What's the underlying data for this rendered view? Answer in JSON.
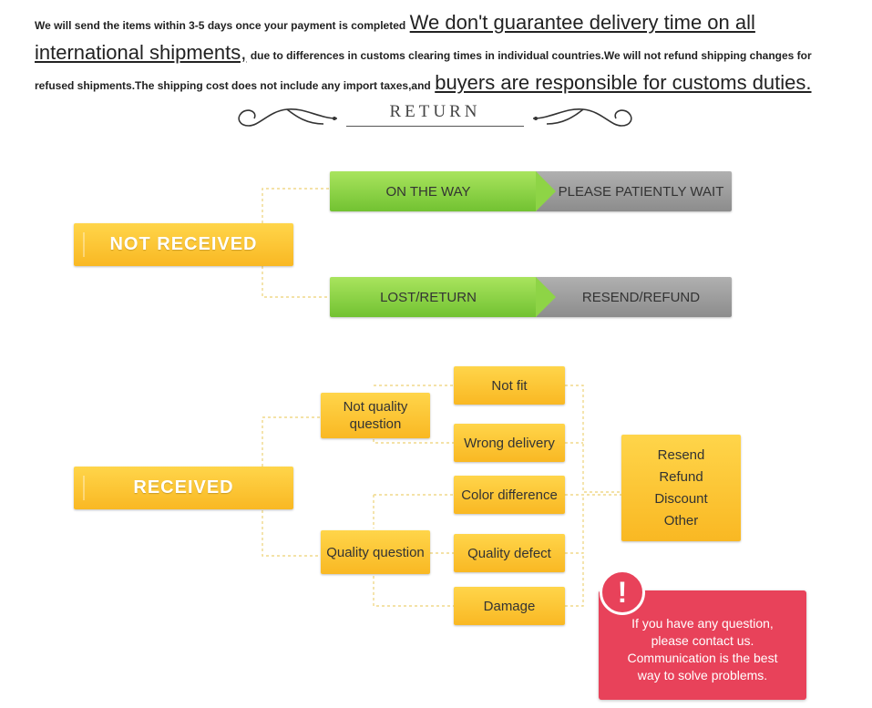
{
  "notice": {
    "p1": "We will send the items within 3-5 days once your payment is completed",
    "p2": "We don't guarantee delivery time on all international shipments,",
    "p3": "due to differences in customs clearing times in individual countries.We will not refund shipping changes for refused shipments.The shipping cost does not include any import taxes,and",
    "p4": "buyers are responsible for customs duties."
  },
  "section_title": "RETURN",
  "not_received": {
    "label": "NOT RECEIVED",
    "on_the_way": "ON THE WAY",
    "please_wait": "PLEASE PATIENTLY WAIT",
    "lost_return": "LOST/RETURN",
    "resend_refund": "RESEND/REFUND"
  },
  "received": {
    "label": "RECEIVED",
    "not_quality": "Not quality question",
    "quality": "Quality question",
    "not_fit": "Not fit",
    "wrong_delivery": "Wrong delivery",
    "color_difference": "Color difference",
    "quality_defect": "Quality defect",
    "damage": "Damage"
  },
  "options": [
    "Resend",
    "Refund",
    "Discount",
    "Other"
  ],
  "contact": {
    "icon": "!",
    "line1": "If you have any question,",
    "line2": "please contact us.",
    "line3": "Communication is the best",
    "line4": "way to solve problems."
  },
  "colors": {
    "yellow": "#f9b823",
    "green": "#8ed446",
    "gray": "#9e9e9e",
    "red": "#e8425a"
  }
}
